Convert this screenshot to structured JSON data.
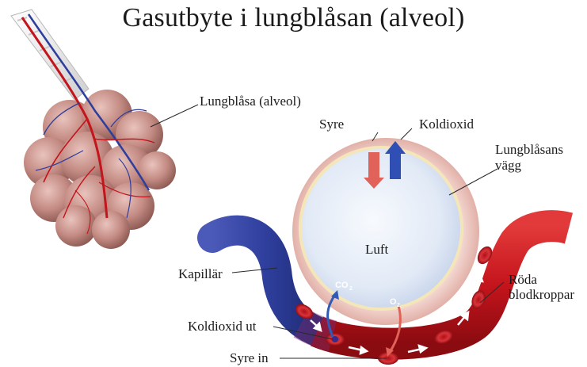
{
  "title": "Gasutbyte i lungblåsan (alveol)",
  "labels": {
    "alveol": "Lungblåsa (alveol)",
    "syre": "Syre",
    "koldioxid": "Koldioxid",
    "wall_line1": "Lungblåsans",
    "wall_line2": "vägg",
    "luft": "Luft",
    "kapillar": "Kapillär",
    "roda_line1": "Röda",
    "roda_line2": "blodkroppar",
    "koldioxid_ut": "Koldioxid ut",
    "syre_in": "Syre in",
    "co2": "CO",
    "co2_sub": "2",
    "o2": "O",
    "o2_sub": "2"
  },
  "colors": {
    "vessel_red": "#c4141c",
    "vessel_blue": "#2e3e9c",
    "alveolus_pink": "#c98f86",
    "air": "#dfe8f6",
    "oxygen_arrow": "#e06258",
    "co2_arrow": "#2f4fb4"
  }
}
